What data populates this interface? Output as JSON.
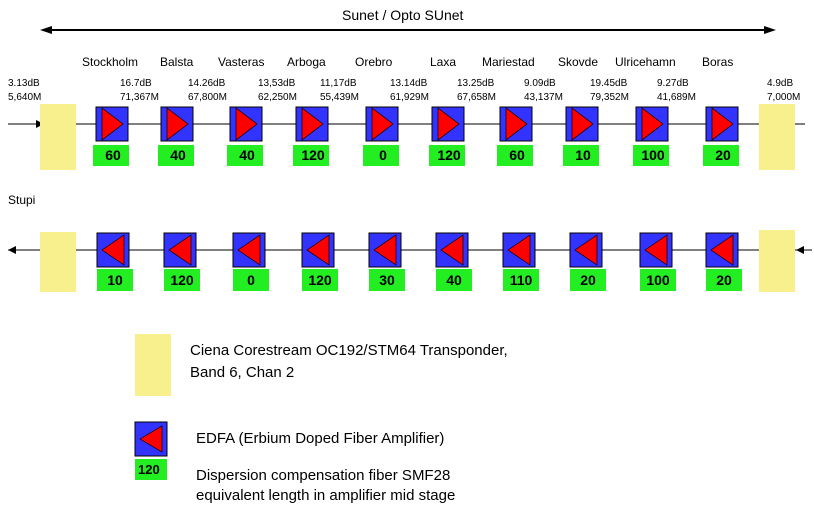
{
  "diagram": {
    "title": "Sunet / Opto SUnet",
    "lower_label": "Stupi",
    "colors": {
      "transponder": "#f8f08c",
      "amplifier_box": "#3333ff",
      "triangle": "#ff0000",
      "dispersion_box": "#22ee22",
      "line": "#000000"
    },
    "left_end": {
      "db": "3.13dB",
      "dist": "5,640M"
    },
    "right_end": {
      "db": "4.9dB",
      "dist": "7,000M"
    },
    "cities": [
      "Stockholm",
      "Balsta",
      "Vasteras",
      "Arboga",
      "Orebro",
      "Laxa",
      "Mariestad",
      "Skovde",
      "Ulricehamn",
      "Boras"
    ],
    "spans": [
      {
        "db": "16.7dB",
        "dist": "71,367M"
      },
      {
        "db": "14.26dB",
        "dist": "67,800M"
      },
      {
        "db": "13,53dB",
        "dist": "62,250M"
      },
      {
        "db": "11,17dB",
        "dist": "55,439M"
      },
      {
        "db": "13.14dB",
        "dist": "61,929M"
      },
      {
        "db": "13.25dB",
        "dist": "67,658M"
      },
      {
        "db": "9.09dB",
        "dist": "43,137M"
      },
      {
        "db": "19.45dB",
        "dist": "79,352M"
      },
      {
        "db": "9.27dB",
        "dist": "41,689M"
      }
    ],
    "top_dispersion": [
      "60",
      "40",
      "40",
      "120",
      "0",
      "120",
      "60",
      "10",
      "100",
      "20"
    ],
    "bottom_dispersion": [
      "10",
      "120",
      "0",
      "120",
      "30",
      "40",
      "110",
      "20",
      "100",
      "20"
    ]
  },
  "legend": {
    "transponder_line1": "Ciena Corestream OC192/STM64 Transponder,",
    "transponder_line2": "Band 6, Chan 2",
    "edfa_label": "EDFA (Erbium Doped Fiber Amplifier)",
    "dispersion_value": "120",
    "dispersion_line1": "Dispersion compensation fiber SMF28",
    "dispersion_line2": "equivalent length in amplifier mid stage"
  }
}
